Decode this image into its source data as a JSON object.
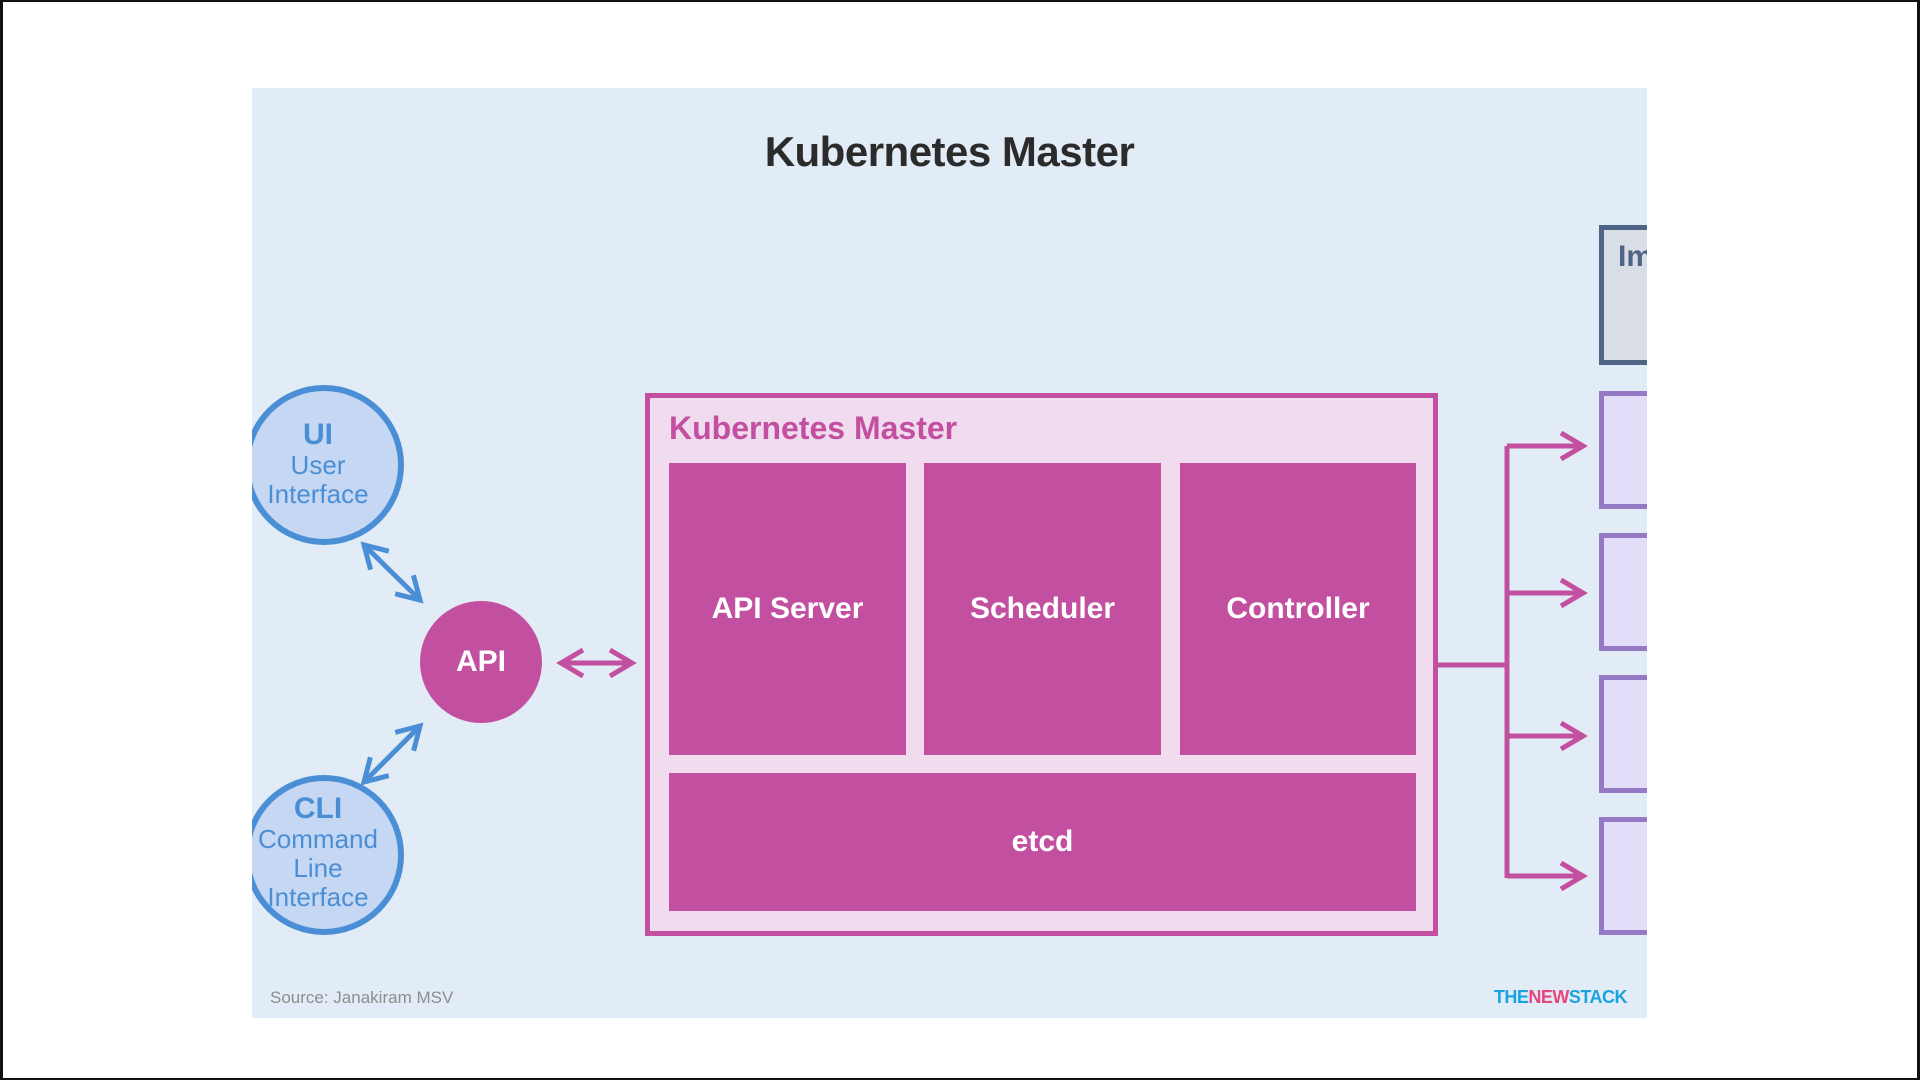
{
  "slide": {
    "title": "Kubernetes Master"
  },
  "clients": {
    "ui": {
      "abbr": "UI",
      "desc": "User\nInterface"
    },
    "cli": {
      "abbr": "CLI",
      "desc": "Command\nLine\nInterface"
    }
  },
  "api": {
    "label": "API"
  },
  "master": {
    "label": "Kubernetes Master",
    "components": {
      "api_server": "API Server",
      "scheduler": "Scheduler",
      "controller": "Controller",
      "etcd": "etcd"
    }
  },
  "right_panel": {
    "image_box_label": "Im"
  },
  "footer": {
    "source": "Source: Janakiram MSV",
    "brand_the": "THE",
    "brand_new": "NEW",
    "brand_stack": "STACK"
  },
  "colors": {
    "background": "#e2ecf6",
    "magenta": "#c24f9f",
    "blue": "#4a8fd6",
    "purple": "#9679c5",
    "slate": "#4d6485"
  }
}
